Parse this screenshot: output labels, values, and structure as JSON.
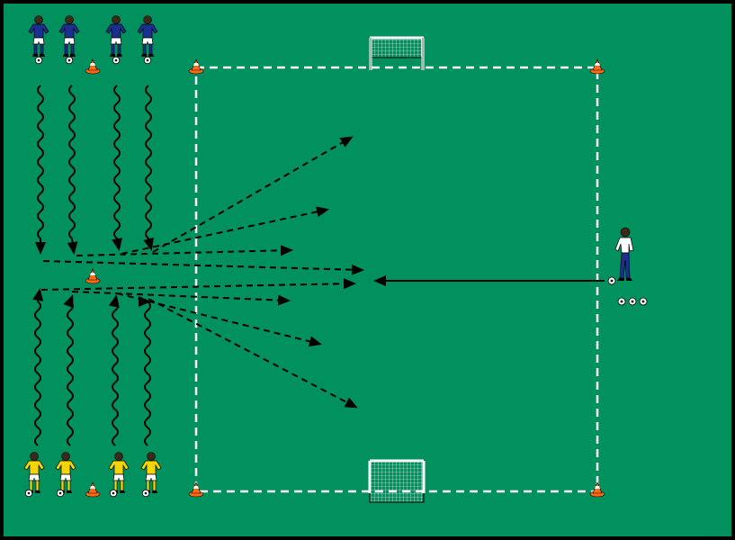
{
  "diagram": {
    "pitch_color": "#00915f",
    "border_color": "#000000",
    "line_color": "#ffffff",
    "arrow_color": "#000000",
    "cone_color": "#ff6a13",
    "blue_team": {
      "shirt_color": "#1c2f8f",
      "shorts_color": "#ffffff",
      "player_count": 4,
      "icon": "player-icon"
    },
    "yellow_team": {
      "shirt_color": "#f5d50a",
      "shorts_color": "#ffffff",
      "player_count": 4,
      "icon": "player-icon"
    },
    "coach": {
      "shirt_color": "#ffffff",
      "trousers_color": "#1c2f8f",
      "spare_balls": 3,
      "icon": "coach-icon"
    },
    "goals": 2,
    "dribble_paths": 8,
    "dashed_passes": 8,
    "service_pass": 1
  }
}
